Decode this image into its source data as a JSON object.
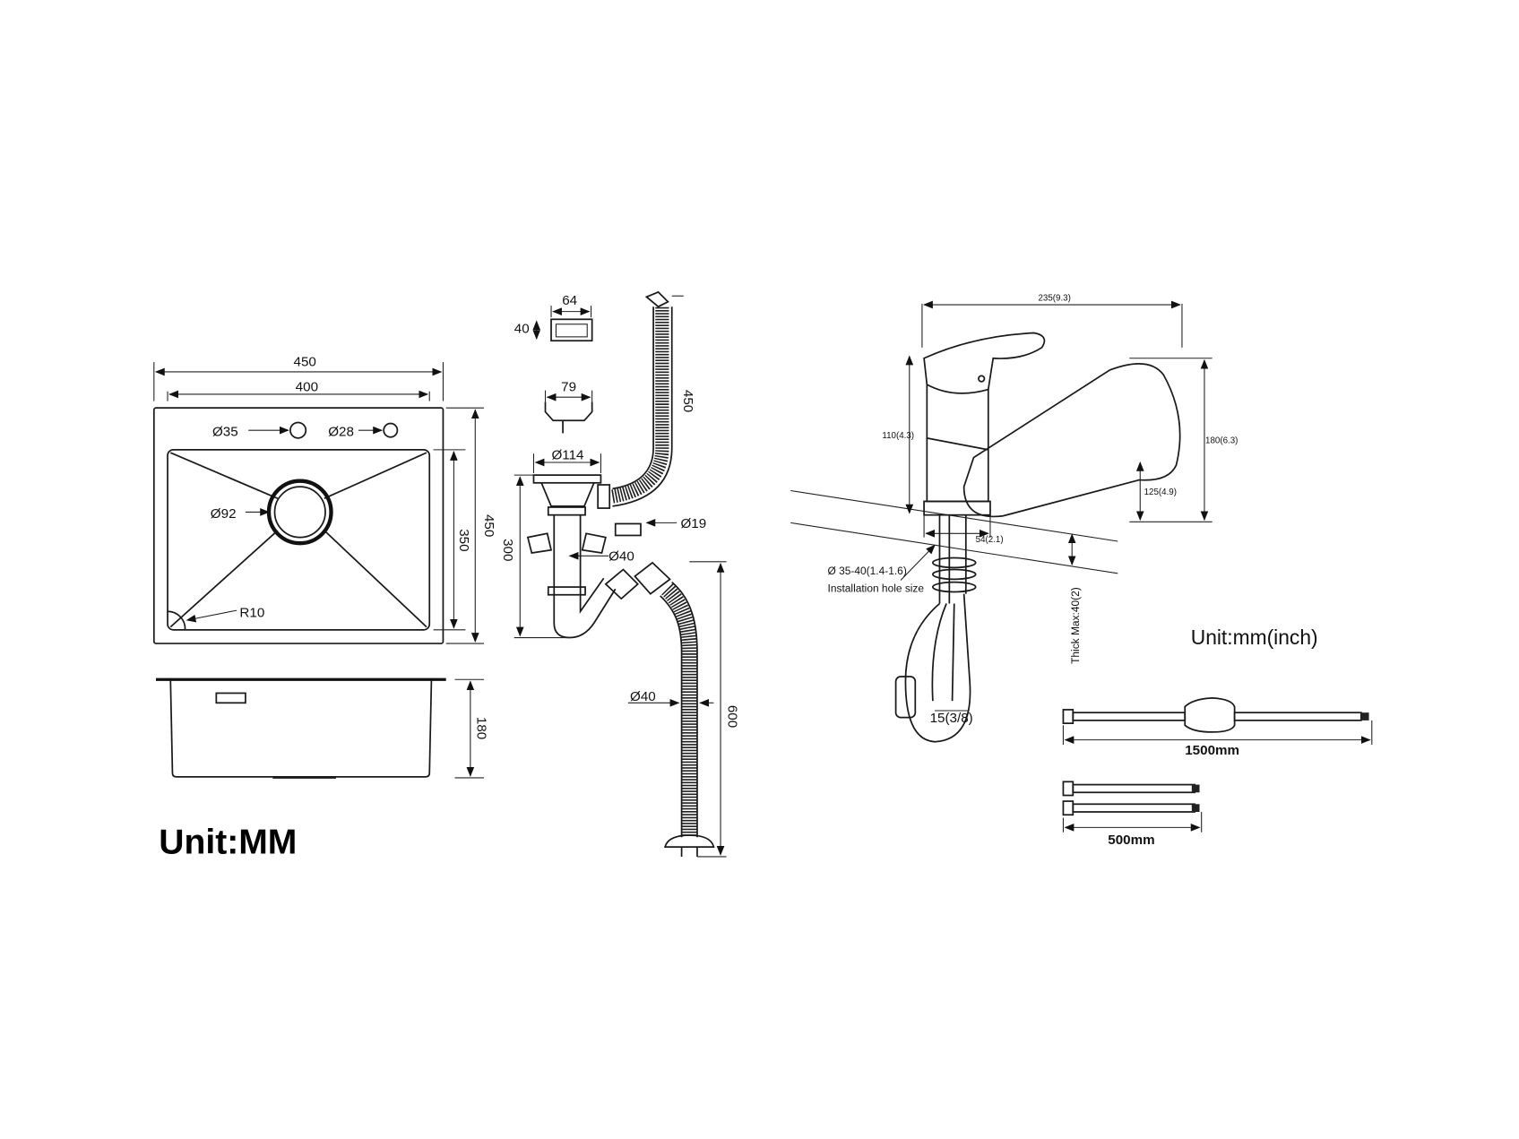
{
  "sink_top": {
    "width_outer": "450",
    "width_inner": "400",
    "depth_outer": "450",
    "depth_inner": "350",
    "hole1": "Ø35",
    "hole2": "Ø28",
    "drain": "Ø92",
    "corner_radius": "R10"
  },
  "sink_side": {
    "height": "180"
  },
  "sink_unit": "Unit:MM",
  "drain_kit": {
    "overflow_w": "64",
    "overflow_h": "40",
    "basket": "79",
    "flange": "Ø114",
    "hose_len": "450",
    "connector": "Ø19",
    "pipe": "Ø40",
    "drop": "300",
    "outlet_pipe": "Ø40",
    "outlet_len": "600"
  },
  "faucet": {
    "width": "235(9.3)",
    "body_height": "110(4.3)",
    "total_height": "180(6.3)",
    "spout_height": "125(4.9)",
    "base": "54(2.1)",
    "hole": "Ø 35-40(1.4-1.6)",
    "hole_caption": "Installation hole size",
    "thickness": "Thick Max:40(2)",
    "connector": "15(3/8)"
  },
  "faucet_unit": "Unit:mm(inch)",
  "hoses": {
    "long": "1500mm",
    "short": "500mm"
  }
}
